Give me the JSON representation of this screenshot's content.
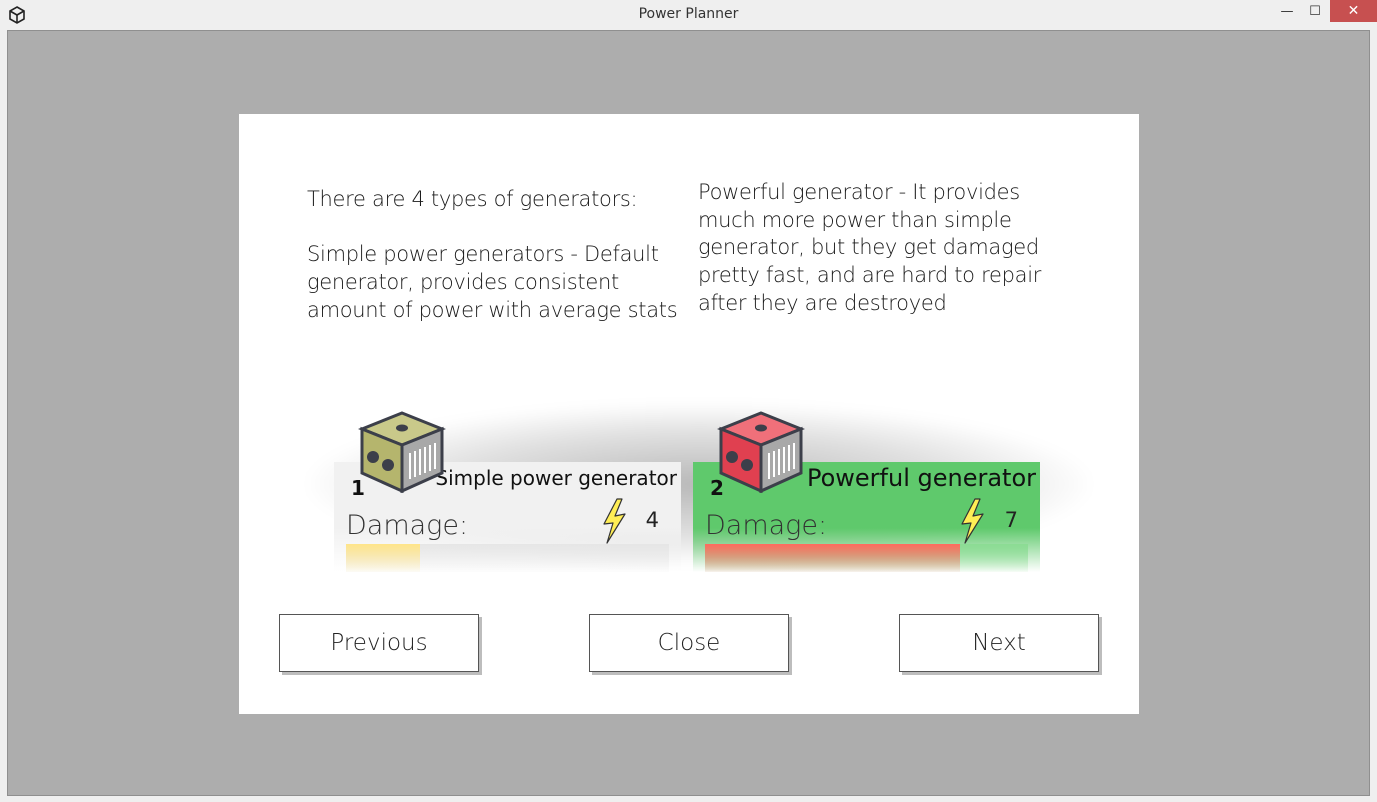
{
  "window": {
    "title": "Power Planner",
    "minimize_glyph": "—",
    "maximize_glyph": "☐",
    "close_glyph": "✕",
    "close_color": "#c75050",
    "icon": "unity-logo-icon"
  },
  "dialog": {
    "left_text": "There are 4 types of generators:\n\nSimple power generators - Default generator, provides consistent amount of power with average stats",
    "right_text": "Powerful generator - It provides much more power than simple generator, but they get damaged pretty fast, and are hard to repair after they are destroyed",
    "cards": [
      {
        "number": "1",
        "name": "Simple power generator",
        "damage_label": "Damage:",
        "power": "4",
        "color": "#f1f1f1",
        "bar_fill_color": "#ffe58a",
        "damage_fraction": 0.23,
        "icon": "yellow-generator-icon"
      },
      {
        "number": "2",
        "name": "Powerful generator",
        "damage_label": "Damage:",
        "power": "7",
        "color": "#5fc96c",
        "bar_fill_color": "#ff6b5e",
        "damage_fraction": 0.79,
        "icon": "red-generator-icon"
      }
    ],
    "buttons": {
      "previous": "Previous",
      "close": "Close",
      "next": "Next"
    }
  }
}
